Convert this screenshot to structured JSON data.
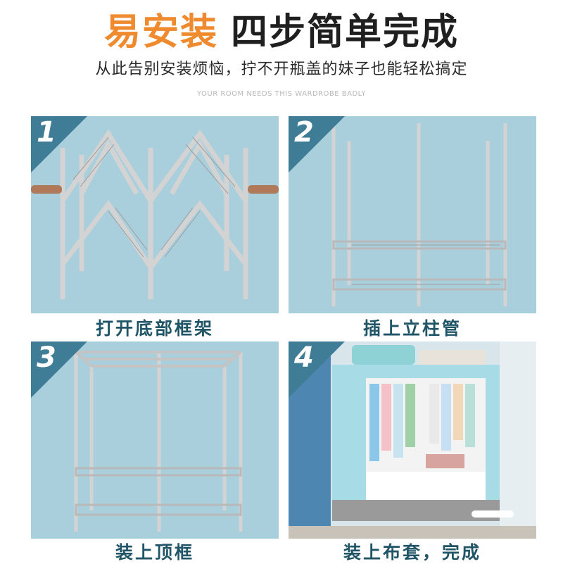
{
  "header": {
    "title_accent": "易安装",
    "title_main": "四步简单完成",
    "subtitle": "从此告别安装烦恼，拧不开瓶盖的妹子也能轻松搞定",
    "tagline": "YOUR ROOM NEEDS THIS WARDROBE BADLY"
  },
  "steps": [
    {
      "number": "1",
      "caption": "打开底部框架"
    },
    {
      "number": "2",
      "caption": "插上立柱管"
    },
    {
      "number": "3",
      "caption": "装上顶框"
    },
    {
      "number": "4",
      "caption": "装上布套，完成"
    }
  ],
  "colors": {
    "accent": "#ef8a2e",
    "panel_bg": "#a9cfdc",
    "badge": "#3f7d96",
    "caption": "#1f5566"
  }
}
